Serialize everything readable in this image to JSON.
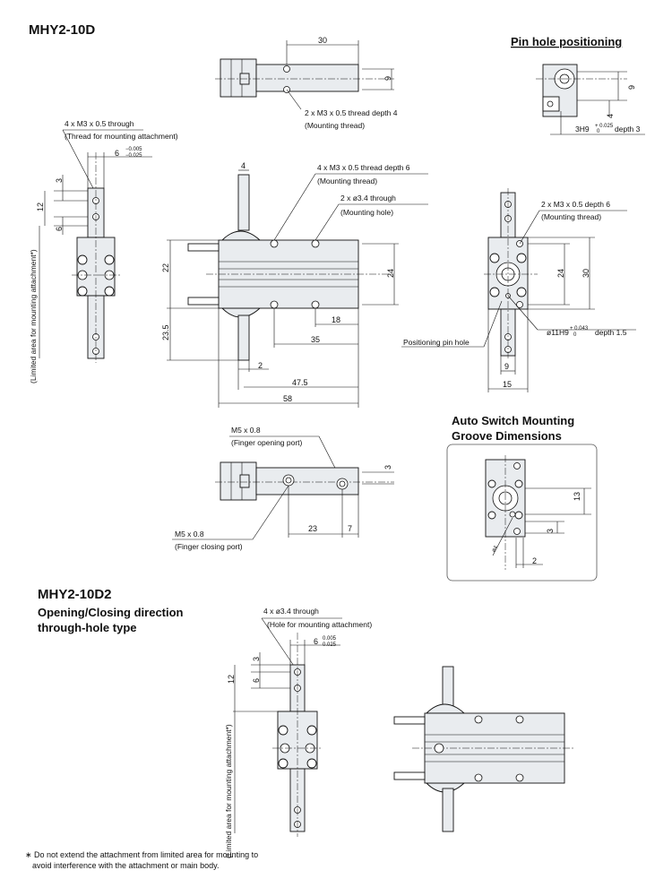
{
  "titles": {
    "model_d": "MHY2-10D",
    "model_d2": "MHY2-10D2",
    "d2_desc_line1": "Opening/Closing direction",
    "d2_desc_line2": "through-hole type",
    "pin_hole": "Pin hole positioning",
    "auto_switch_line1": "Auto Switch Mounting",
    "auto_switch_line2": "Groove Dimensions"
  },
  "callouts": {
    "m3_through": "4 x M3 x 0.5 through",
    "m3_through_note": "(Thread for mounting attachment)",
    "top_thread": "2 x M3 x 0.5 thread depth 4",
    "top_thread_note": "(Mounting thread)",
    "front_thread": "4 x M3 x 0.5 thread depth 6",
    "front_thread_note": "(Mounting thread)",
    "front_hole": "2 x ø3.4 through",
    "front_hole_note": "(Mounting hole)",
    "side_thread": "2 x M3 x 0.5 depth 6",
    "side_thread_note": "(Mounting thread)",
    "positioning_pin": "Positioning pin hole",
    "bore": "ø11H9",
    "bore_tol_upper": "+ 0.043",
    "bore_tol_lower": "0",
    "bore_depth": "depth 1.5",
    "pin_fit": "3H9",
    "pin_fit_tol_upper": "+ 0.025",
    "pin_fit_tol_lower": "0",
    "pin_fit_depth": "depth 3",
    "port_open": "M5 x 0.8",
    "port_open_note": "(Finger opening port)",
    "port_close": "M5 x 0.8",
    "port_close_note": "(Finger closing port)",
    "d2_hole": "4 x ø3.4 through",
    "d2_hole_note": "(Hole for mounting attachment)",
    "limited_area": "(Limited area for mounting attachment*)"
  },
  "dimensions": {
    "top_30": "30",
    "top_9": "9",
    "pin_9": "9",
    "pin_4": "4",
    "finger_6": "6",
    "tol_a_upper": "−0.005",
    "tol_a_lower": "−0.025",
    "tol_b_upper": "0.005",
    "tol_b_lower": "0.025",
    "left_3": "3",
    "left_12": "12",
    "left_6": "6",
    "front_4": "4",
    "front_22": "22",
    "front_24": "24",
    "front_23_5": "23.5",
    "front_18": "18",
    "front_35": "35",
    "front_2": "2",
    "front_47_5": "47.5",
    "front_58": "58",
    "side_24": "24",
    "side_30": "30",
    "side_9": "9",
    "side_15": "15",
    "port_3": "3",
    "port_23": "23",
    "port_7": "7",
    "as_13": "13",
    "as_3": "3",
    "as_2": "2",
    "as_angle": "ø4",
    "d2_6": "6",
    "d2_3": "3",
    "d2_6b": "6",
    "d2_12": "12"
  },
  "footnote": {
    "line1": "∗ Do not extend the attachment from limited area for mounting to",
    "line2": "avoid interference with the attachment or main body."
  }
}
